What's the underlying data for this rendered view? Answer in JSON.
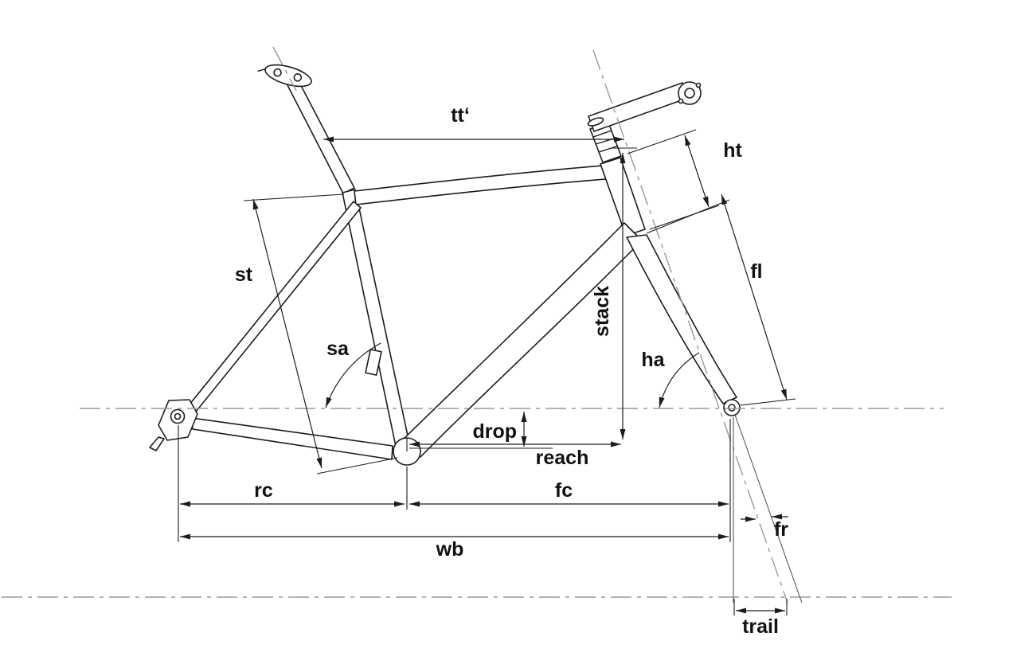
{
  "diagram": {
    "background_color": "#ffffff",
    "line_color": "#1c1c1c",
    "centerline_color": "#95999c",
    "labels": {
      "tt": "tt‘",
      "ht": "ht",
      "fl": "fl",
      "st": "st",
      "sa": "sa",
      "stack": "stack",
      "ha": "ha",
      "drop": "drop",
      "reach": "reach",
      "rc": "rc",
      "fc": "fc",
      "wb": "wb",
      "fr": "fr",
      "trail": "trail"
    }
  }
}
